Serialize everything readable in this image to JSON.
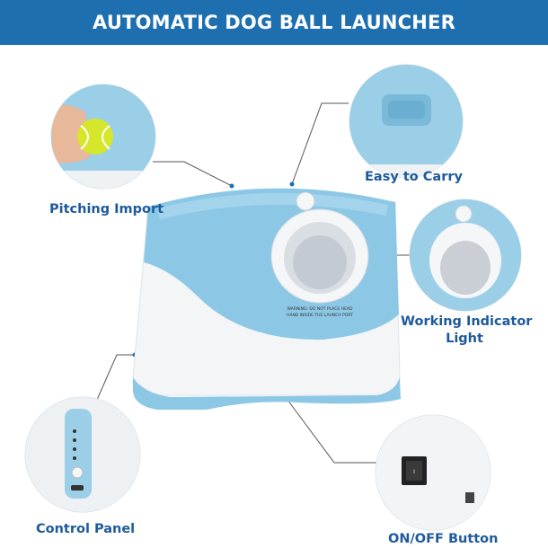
{
  "banner": {
    "title": "AUTOMATIC DOG BALL LAUNCHER"
  },
  "callouts": {
    "pitching": "Pitching Import",
    "carry": "Easy to Carry",
    "indicator_line1": "Working Indicator",
    "indicator_line2": "Light",
    "control": "Control Panel",
    "onoff": "ON/OFF Button"
  },
  "device": {
    "warning_line1": "WARNING: DO NOT PLACE HEAD",
    "warning_line2": "HAND INSIDE THE LAUNCH PORT"
  },
  "colors": {
    "brand_blue": "#1e6fb0",
    "label_blue": "#1e5a9b",
    "device_blue": "#8cc8e6",
    "device_white": "#f4f6f8",
    "ball_yellow": "#d6e62a"
  }
}
